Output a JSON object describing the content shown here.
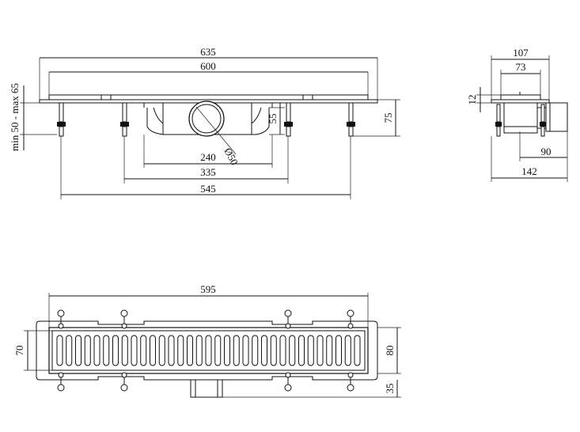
{
  "front_view": {
    "dim_total_length": "635",
    "dim_grate_length": "600",
    "dim_height_range": "min 50 - max 65",
    "dim_outlet_diameter": "Ø50",
    "dim_outlet_height": "55",
    "dim_total_height": "75",
    "dim_body_width": "240",
    "dim_inner_feet": "335",
    "dim_outer_feet": "545"
  },
  "side_view": {
    "dim_width_top": "107",
    "dim_width_inner": "73",
    "dim_flange": "12",
    "dim_outlet_offset": "90",
    "dim_total_depth": "142"
  },
  "top_view": {
    "dim_grate_length": "595",
    "dim_grate_width": "70",
    "dim_frame_width": "80",
    "dim_outlet_protrusion": "35",
    "slot_count": 33
  }
}
